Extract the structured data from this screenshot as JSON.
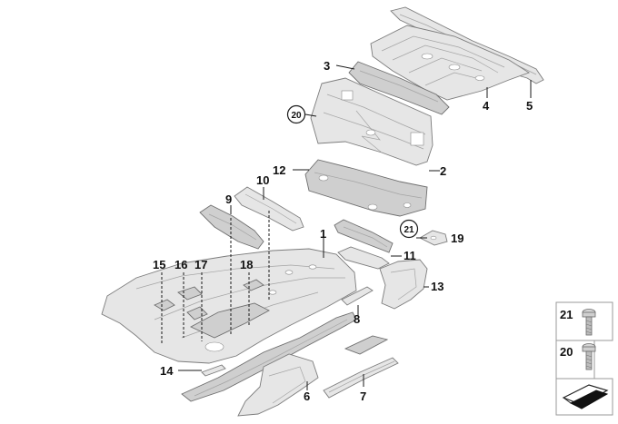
{
  "callouts": [
    {
      "id": "c1",
      "label": "1"
    },
    {
      "id": "c2",
      "label": "2"
    },
    {
      "id": "c3",
      "label": "3"
    },
    {
      "id": "c4",
      "label": "4"
    },
    {
      "id": "c5",
      "label": "5"
    },
    {
      "id": "c6",
      "label": "6"
    },
    {
      "id": "c7",
      "label": "7"
    },
    {
      "id": "c8",
      "label": "8"
    },
    {
      "id": "c9",
      "label": "9"
    },
    {
      "id": "c10",
      "label": "10"
    },
    {
      "id": "c11",
      "label": "11"
    },
    {
      "id": "c12",
      "label": "12"
    },
    {
      "id": "c13",
      "label": "13"
    },
    {
      "id": "c14",
      "label": "14"
    },
    {
      "id": "c15",
      "label": "15"
    },
    {
      "id": "c16",
      "label": "16"
    },
    {
      "id": "c17",
      "label": "17"
    },
    {
      "id": "c18",
      "label": "18"
    },
    {
      "id": "c19",
      "label": "19"
    }
  ],
  "circled_callouts": [
    {
      "id": "c20",
      "label": "20"
    },
    {
      "id": "c21",
      "label": "21"
    }
  ],
  "fastener_legend": [
    {
      "id": "f21",
      "label": "21"
    },
    {
      "id": "f20",
      "label": "20"
    }
  ]
}
